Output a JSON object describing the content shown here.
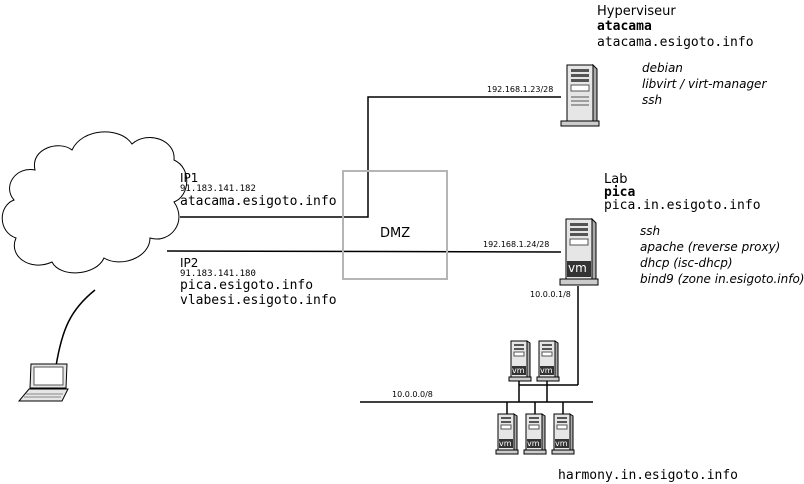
{
  "hypervisor": {
    "role": "Hyperviseur",
    "hostname": "atacama",
    "fqdn": "atacama.esigoto.info",
    "ip": "192.168.1.23/28",
    "software": [
      "debian",
      "libvirt / virt-manager",
      "ssh"
    ]
  },
  "lab": {
    "role": "Lab",
    "hostname": "pica",
    "fqdn": "pica.in.esigoto.info",
    "ip": "192.168.1.24/28",
    "internal_ip": "10.0.0.1/8",
    "vm_badge": "vm",
    "services": [
      "ssh",
      "apache (reverse proxy)",
      "dhcp (isc-dhcp)",
      "bind9 (zone in.esigoto.info)"
    ]
  },
  "dmz": {
    "label": "DMZ"
  },
  "ip1": {
    "label": "IP1",
    "address": "91.183.141.182",
    "domains": [
      "atacama.esigoto.info"
    ]
  },
  "ip2": {
    "label": "IP2",
    "address": "91.183.141.180",
    "domains": [
      "pica.esigoto.info",
      "vlabesi.esigoto.info"
    ]
  },
  "lan": {
    "subnet": "10.0.0.0/8",
    "cluster_name": "harmony.in.esigoto.info",
    "vm_badge": "vm"
  },
  "colors": {
    "line": "#000000",
    "dmz_border": "#b5b5b5",
    "server_body": "#e6e6e6",
    "server_dark": "#555555"
  },
  "icons": [
    "cloud-icon",
    "laptop-icon",
    "server-icon"
  ]
}
